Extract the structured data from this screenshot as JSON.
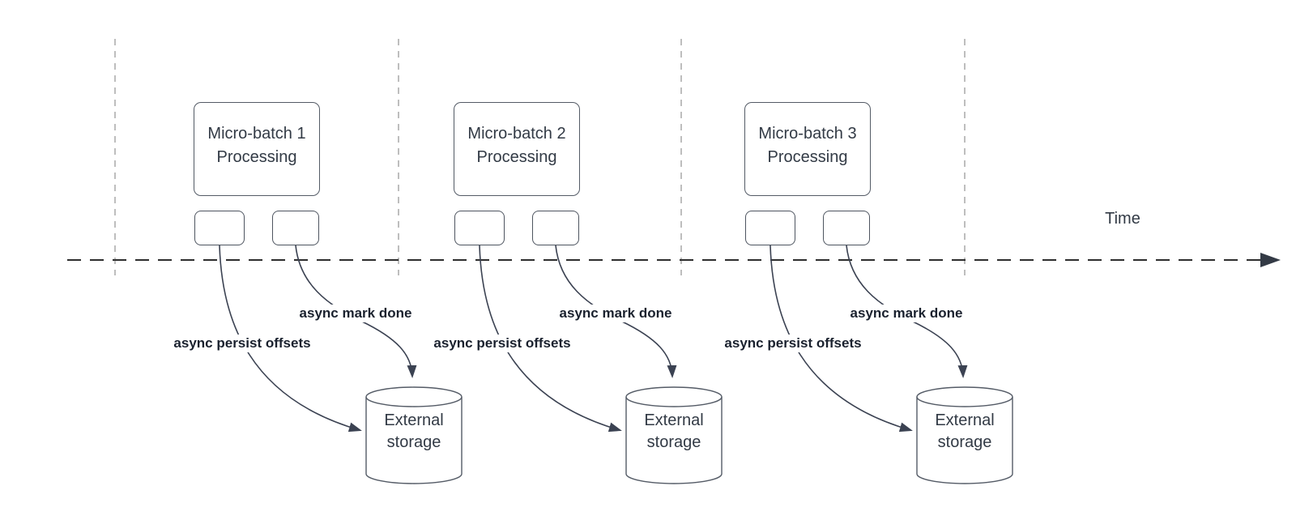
{
  "diagram": {
    "title_context": "Micro-batch processing timeline with asynchronous checkpointing to external storage",
    "time_label": "Time",
    "groups": [
      {
        "box_label": "Micro-batch 1\nProcessing",
        "persist_label": "async persist offsets",
        "markdone_label": "async mark done",
        "storage_label": "External\nstorage"
      },
      {
        "box_label": "Micro-batch 2\nProcessing",
        "persist_label": "async persist offsets",
        "markdone_label": "async mark done",
        "storage_label": "External\nstorage"
      },
      {
        "box_label": "Micro-batch 3\nProcessing",
        "persist_label": "async persist offsets",
        "markdone_label": "async mark done",
        "storage_label": "External\nstorage"
      }
    ],
    "colors": {
      "background": "#ffffff",
      "shape_stroke": "#545b66",
      "shape_text": "#323a45",
      "arrow_stroke": "#3b4252",
      "arrow_label_text": "#1a212e",
      "timeline_stroke": "#2e2e2e",
      "divider_stroke": "#a9a9a9"
    }
  }
}
